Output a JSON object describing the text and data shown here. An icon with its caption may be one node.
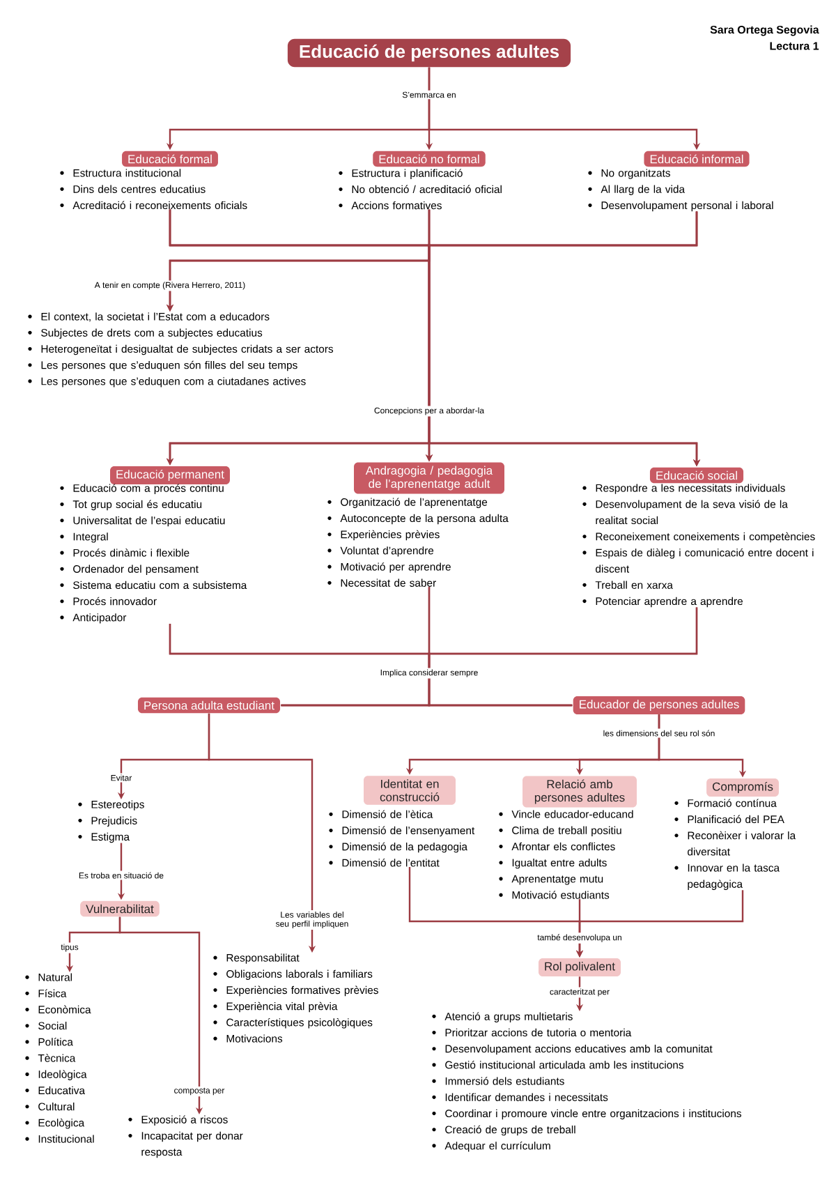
{
  "diagram": {
    "nodes": [
      {
        "text": [
          "Educació de persones adultes"
        ]
      },
      {
        "text": [
          "Educació formal"
        ]
      },
      {
        "text": [
          "Educació no formal"
        ]
      },
      {
        "text": [
          "Educació informal"
        ]
      },
      {
        "text": [
          "Estructura institucional",
          "Dins dels centres educatius",
          "Acreditació i reconeixements oficials"
        ]
      },
      {
        "text": [
          "Estructura i planificació",
          "No obtenció / acreditació oficial",
          "Accions formatives"
        ]
      },
      {
        "text": [
          "No organitzats",
          "Al llarg de la vida",
          "Desenvolupament personal i laboral"
        ]
      },
      {
        "text": [
          "El context, la societat i l’Estat com a educadors",
          "Subjectes de drets com a subjectes educatius",
          "Heterogeneïtat i desigualtat de subjectes cridats a ser actors",
          "Les persones que s’eduquen són filles del seu temps",
          "Les persones que s’eduquen com a ciutadanes actives"
        ]
      },
      {
        "text": [
          "Educació permanent"
        ]
      },
      {
        "text": [
          "Andragogia / pedagogia de l’aprenentatge adult"
        ]
      },
      {
        "text": [
          "Educació social"
        ]
      },
      {
        "text": [
          "Educació com a procés continu",
          "Tot grup social és educatiu",
          "Universalitat de l’espai educatiu",
          "Integral",
          "Procés dinàmic i flexible",
          "Ordenador del pensament",
          "Sistema educatiu com a subsistema",
          "Procés innovador",
          "Anticipador"
        ]
      },
      {
        "text": [
          "Organització de l’aprenentatge",
          "Autoconcepte de la persona adulta",
          "Experiències prèvies",
          "Voluntat d’aprendre",
          "Motivació per aprendre",
          "Necessitat de saber"
        ]
      },
      {
        "text": [
          "Respondre a les necessitats individuals",
          "Desenvolupament de la seva visió de la realitat social",
          "Reconeixement coneixements i competències",
          "Espais de diàleg i comunicació entre docent i discent",
          "Treball en xarxa",
          "Potenciar aprendre a aprendre"
        ]
      },
      {
        "text": [
          "Persona adulta estudiant"
        ]
      },
      {
        "text": [
          "Educador de persones adultes"
        ]
      },
      {
        "text": [
          "Identitat en construcció"
        ]
      },
      {
        "text": [
          "Relació amb persones adultes"
        ]
      },
      {
        "text": [
          "Compromís"
        ]
      },
      {
        "text": [
          "Dimensió de l’ètica",
          "Dimensió de l’ensenyament",
          "Dimensió de la pedagogia",
          "Dimensió de l’entitat"
        ]
      },
      {
        "text": [
          "Vincle educador-educand",
          "Clima de treball positiu",
          "Afrontar els conflictes",
          "Igualtat entre adults",
          "Aprenentatge mutu",
          "Motivació estudiants"
        ]
      },
      {
        "text": [
          "Formació contínua",
          "Planificació del PEA",
          "Reconèixer i valorar la diversitat",
          "Innovar en la tasca pedagògica"
        ]
      },
      {
        "text": [
          "Estereotips",
          "Prejudicis",
          "Estigma"
        ]
      },
      {
        "text": [
          "Vulnerabilitat"
        ]
      },
      {
        "text": [
          "Natural",
          "Física",
          "Econòmica",
          "Social",
          "Política",
          "Tècnica",
          "Ideològica",
          "Educativa",
          "Cultural",
          "Ecològica",
          "Institucional"
        ]
      },
      {
        "text": [
          "Exposició a riscos",
          "Incapacitat per donar resposta"
        ]
      },
      {
        "text": [
          "Responsabilitat",
          "Obligacions laborals i familiars",
          "Experiències formatives prèvies",
          "Experiència vital prèvia",
          "Característiques psicològiques",
          "Motivacions"
        ]
      },
      {
        "text": [
          "Rol polivalent"
        ]
      },
      {
        "text": [
          "Atenció a grups multietaris",
          "Prioritzar accions de tutoria o mentoria",
          "Desenvolupament accions educatives amb la comunitat",
          "Gestió institucional articulada amb les institucions",
          "Immersió dels estudiants",
          "Identificar demandes i necessitats",
          "Coordinar i promoure vincle entre organitzacions i institucions",
          "Creació de grups de treball",
          "Adequar el currículum"
        ]
      }
    ],
    "edges": [
      {
        "from": 0,
        "to": 1,
        "arrow": "to"
      },
      {
        "from": 0,
        "to": 2,
        "arrow": "to",
        "label": "S’emmarca en"
      },
      {
        "from": 0,
        "to": 3,
        "arrow": "to"
      },
      {
        "from": 4,
        "to": 7,
        "arrow": "to",
        "label": "A tenir en compte (Rivera Herrero, 2011)"
      },
      {
        "from": 5,
        "to": 7,
        "arrow": "to"
      },
      {
        "from": 6,
        "to": 7,
        "arrow": "to"
      },
      {
        "from": 4,
        "to": 8,
        "arrow": "to"
      },
      {
        "from": 4,
        "to": 9,
        "arrow": "to"
      },
      {
        "from": 4,
        "to": 10,
        "arrow": "to"
      },
      {
        "from": 5,
        "to": 8,
        "arrow": "to"
      },
      {
        "from": 5,
        "to": 9,
        "arrow": "to",
        "label": "Concepcions per a abordar-la"
      },
      {
        "from": 5,
        "to": 10,
        "arrow": "to"
      },
      {
        "from": 6,
        "to": 8,
        "arrow": "to"
      },
      {
        "from": 6,
        "to": 9,
        "arrow": "to"
      },
      {
        "from": 6,
        "to": 10,
        "arrow": "to"
      },
      {
        "from": 11,
        "to": 14,
        "arrow": "none"
      },
      {
        "from": 11,
        "to": 15,
        "arrow": "none"
      },
      {
        "from": 12,
        "to": 14,
        "arrow": "none",
        "label": "Implica considerar sempre"
      },
      {
        "from": 12,
        "to": 15,
        "arrow": "none"
      },
      {
        "from": 13,
        "to": 14,
        "arrow": "none"
      },
      {
        "from": 13,
        "to": 15,
        "arrow": "none"
      },
      {
        "from": 14,
        "to": 22,
        "arrow": "to",
        "label": "Evitar"
      },
      {
        "from": 14,
        "to": 26,
        "arrow": "to",
        "label": "Les variables del seu perfil impliquen"
      },
      {
        "from": 22,
        "to": 23,
        "arrow": "to",
        "label": "Es troba en situació de"
      },
      {
        "from": 23,
        "to": 24,
        "arrow": "to",
        "label": "tipus"
      },
      {
        "from": 23,
        "to": 25,
        "arrow": "to",
        "label": "composta per"
      },
      {
        "from": 15,
        "to": 16,
        "arrow": "to"
      },
      {
        "from": 15,
        "to": 17,
        "arrow": "to",
        "label": "les dimensions del seu rol són"
      },
      {
        "from": 15,
        "to": 18,
        "arrow": "to"
      },
      {
        "from": 19,
        "to": 27,
        "arrow": "to"
      },
      {
        "from": 20,
        "to": 27,
        "arrow": "to",
        "label": "també desenvolupa un"
      },
      {
        "from": 21,
        "to": 27,
        "arrow": "to"
      },
      {
        "from": 27,
        "to": 28,
        "arrow": "to",
        "label": "caracteritzat per"
      }
    ],
    "labels": [
      "Sara Ortega Segovia",
      "Lectura 1"
    ]
  }
}
